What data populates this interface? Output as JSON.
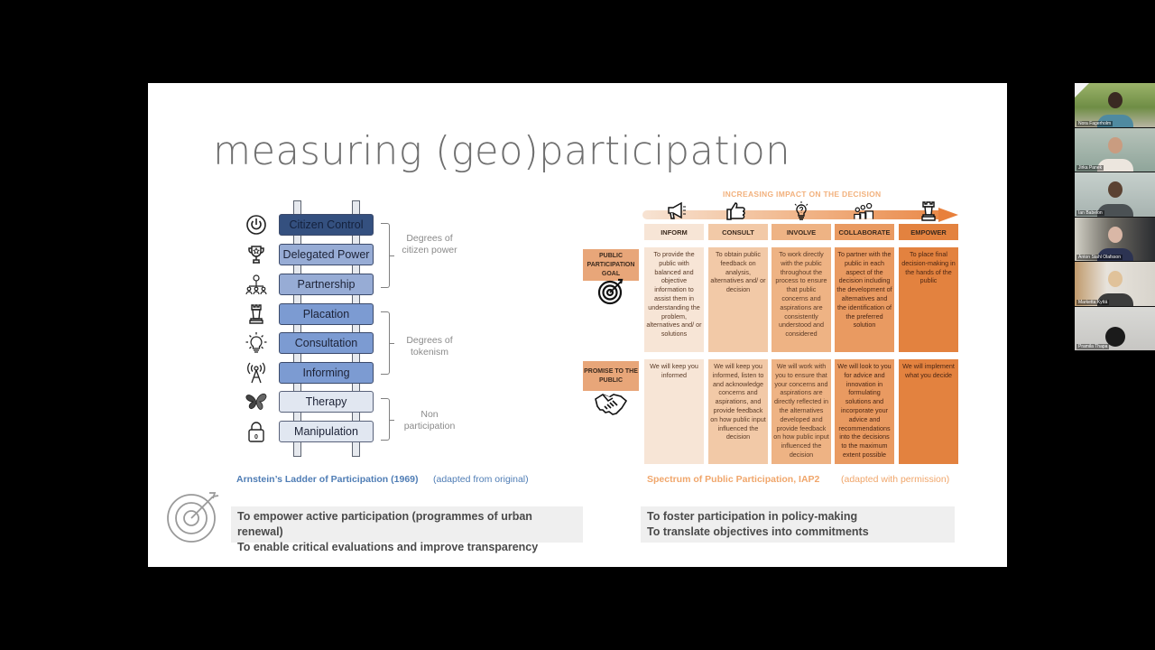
{
  "slide": {
    "title": "measuring (geo)participation",
    "ladder": {
      "rungs": [
        {
          "label": "Citizen Control",
          "icon": "power-icon"
        },
        {
          "label": "Delegated Power",
          "icon": "trophy-icon"
        },
        {
          "label": "Partnership",
          "icon": "network-people-icon"
        },
        {
          "label": "Placation",
          "icon": "chess-rook-icon"
        },
        {
          "label": "Consultation",
          "icon": "lightbulb-icon"
        },
        {
          "label": "Informing",
          "icon": "antenna-icon"
        },
        {
          "label": "Therapy",
          "icon": "butterfly-icon"
        },
        {
          "label": "Manipulation",
          "icon": "padlock-icon"
        }
      ],
      "groups": [
        {
          "label": "Degrees of citizen power"
        },
        {
          "label": "Degrees of tokenism"
        },
        {
          "label": "Non participation"
        }
      ],
      "caption": "Arnstein’s Ladder of Participation (1969)",
      "caption_note": "(adapted from original)",
      "goals": [
        "To empower active participation (programmes of urban renewal)",
        "To enable critical evaluations and improve transparency"
      ]
    },
    "spectrum": {
      "heading": "INCREASING IMPACT ON THE DECISION",
      "columns": [
        {
          "label": "INFORM",
          "icon": "megaphone-icon"
        },
        {
          "label": "CONSULT",
          "icon": "thumbs-up-icon"
        },
        {
          "label": "INVOLVE",
          "icon": "lightbulb-question-icon"
        },
        {
          "label": "COLLABORATE",
          "icon": "group-icon"
        },
        {
          "label": "EMPOWER",
          "icon": "chess-rook-icon"
        }
      ],
      "rows": [
        {
          "label": "PUBLIC PARTICIPATION GOAL",
          "icon": "target-icon",
          "cells": [
            "To provide the public with balanced and objective information to assist them in understanding the problem, alternatives and/ or solutions",
            "To obtain public feedback on analysis, alternatives and/ or decision",
            "To work directly with the public throughout the process to ensure that public concerns and aspirations are consistently understood and considered",
            "To partner with the public in each aspect of the decision including the development of alternatives and the identification of the preferred solution",
            "To place final decision-making in the hands of the public"
          ]
        },
        {
          "label": "PROMISE TO THE PUBLIC",
          "icon": "handshake-icon",
          "cells": [
            "We will keep you informed",
            "We will keep you informed, listen to and acknowledge concerns and aspirations, and provide feedback on how public input influenced the decision",
            "We will work with you to ensure that your concerns and aspirations are directly reflected in the alternatives developed and provide feedback on how public input influenced the decision",
            "We will look to you for advice and innovation in formulating solutions and incorporate your advice and recommendations into the decisions to the maximum extent possible",
            "We will implement what you decide"
          ]
        }
      ],
      "caption": "Spectrum of Public Participation, IAP2",
      "caption_note": "(adapted with permission)",
      "goals": [
        "To foster participation in policy-making",
        "To translate objectives into commitments"
      ]
    }
  },
  "participants": [
    {
      "name": "Nora Fagerholm"
    },
    {
      "name": "Jirka Panek"
    },
    {
      "name": "Ian Babelon"
    },
    {
      "name": "Anton Stahl Olafsson"
    },
    {
      "name": "Marketta Kyttä"
    },
    {
      "name": "Pramila Thapa"
    }
  ],
  "colors": {
    "ladder_dark": "#34507f",
    "ladder_mid": "#97acd5",
    "ladder_light": "#e1e7f1",
    "caption_blue": "#4f7db5",
    "caption_orange": "#f0a66b",
    "spectrum_scale": [
      "#f7e5d6",
      "#f2c9a7",
      "#eeb384",
      "#e99a61",
      "#e3823f"
    ]
  }
}
